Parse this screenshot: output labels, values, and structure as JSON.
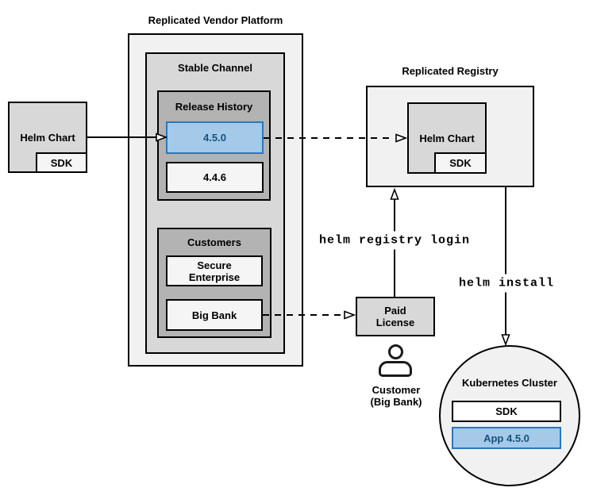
{
  "platform": {
    "title": "Replicated Vendor Platform"
  },
  "stable_channel": {
    "title": "Stable Channel"
  },
  "release_history": {
    "title": "Release History",
    "releases": [
      {
        "version": "4.5.0",
        "highlight": true
      },
      {
        "version": "4.4.6",
        "highlight": false
      }
    ]
  },
  "customers": {
    "title": "Customers",
    "items": [
      "Secure Enterprise",
      "Big Bank"
    ]
  },
  "source_helm_chart": {
    "label": "Helm Chart",
    "sdk": "SDK"
  },
  "registry": {
    "title": "Replicated Registry",
    "helm_chart": "Helm Chart",
    "sdk": "SDK"
  },
  "paid_license": {
    "label": "Paid License"
  },
  "customer_actor": {
    "name": "Customer",
    "org": "(Big Bank)",
    "icon": "person-icon"
  },
  "cluster": {
    "title": "Kubernetes Cluster",
    "sdk": "SDK",
    "app": "App 4.5.0"
  },
  "commands": {
    "registry_login": "helm registry login",
    "install": "helm install"
  },
  "colors": {
    "highlight_fill": "#a4c9e9",
    "highlight_border": "#2b78b9",
    "highlight_text": "#16537e",
    "box_light": "#f1f1f1",
    "box_mid": "#d8d8d8",
    "box_dark": "#b3b3b3",
    "box_lighter": "#f5f5f5",
    "line_color": "#000000"
  }
}
